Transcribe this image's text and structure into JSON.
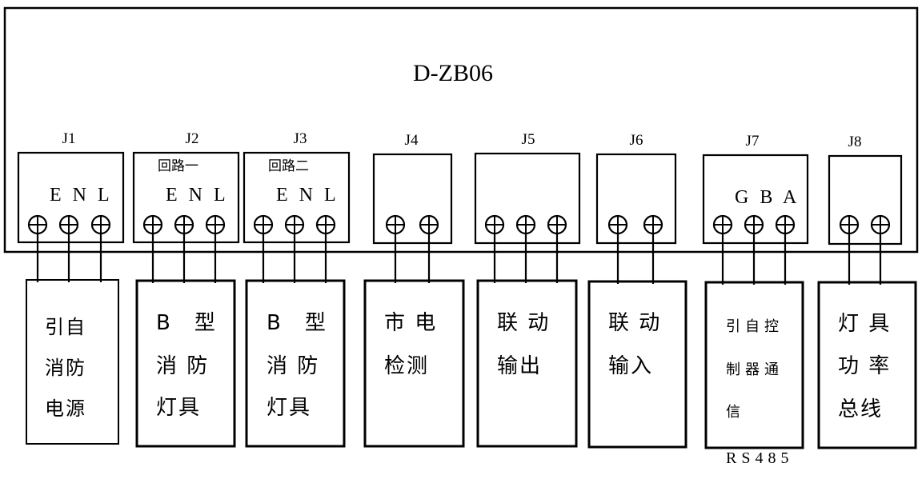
{
  "device": {
    "model": "D-ZB06"
  },
  "connectors": [
    {
      "id": "J1",
      "circuit": "",
      "pins": [
        "E",
        "N",
        "L"
      ],
      "terminals": 3,
      "target": [
        "引自",
        "消防",
        "电源"
      ]
    },
    {
      "id": "J2",
      "circuit": "回路一",
      "pins": [
        "E",
        "N",
        "L"
      ],
      "terminals": 3,
      "target": [
        "B　型",
        "消 防",
        "灯具"
      ]
    },
    {
      "id": "J3",
      "circuit": "回路二",
      "pins": [
        "E",
        "N",
        "L"
      ],
      "terminals": 3,
      "target": [
        "B　型",
        "消 防",
        "灯具"
      ]
    },
    {
      "id": "J4",
      "circuit": "",
      "pins": [],
      "terminals": 2,
      "target": [
        "市 电",
        "检测"
      ]
    },
    {
      "id": "J5",
      "circuit": "",
      "pins": [],
      "terminals": 3,
      "target": [
        "联 动",
        "输出"
      ]
    },
    {
      "id": "J6",
      "circuit": "",
      "pins": [],
      "terminals": 2,
      "target": [
        "联 动",
        "输入"
      ]
    },
    {
      "id": "J7",
      "circuit": "",
      "pins": [
        "G",
        "B",
        "A"
      ],
      "terminals": 3,
      "target": [
        "引自控",
        "制器通",
        "信",
        "RS485"
      ]
    },
    {
      "id": "J8",
      "circuit": "",
      "pins": [],
      "terminals": 2,
      "target": [
        "灯 具",
        "功 率",
        "总线"
      ]
    }
  ]
}
